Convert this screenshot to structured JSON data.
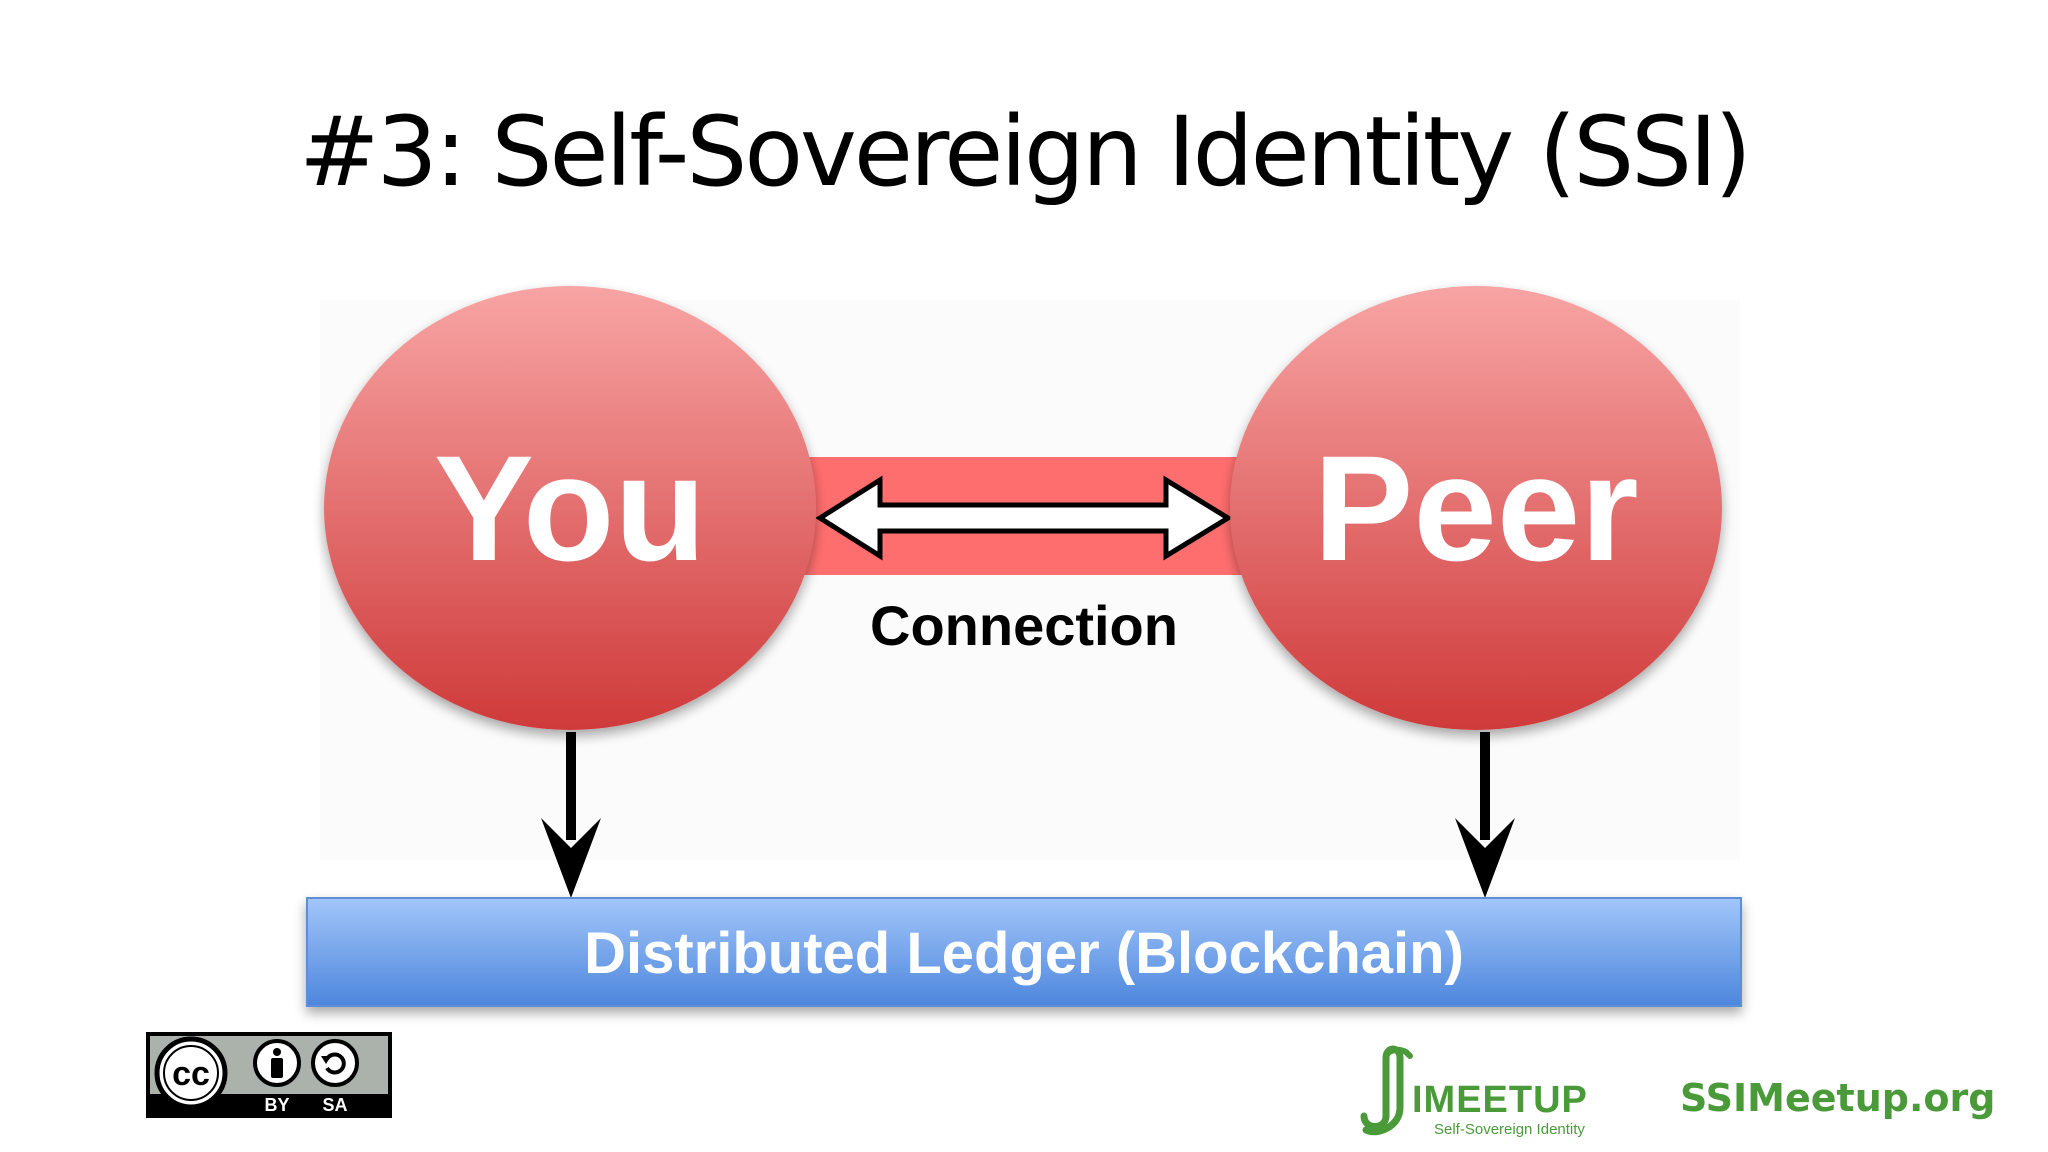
{
  "title": "#3: Self-Sovereign Identity (SSI)",
  "nodes": {
    "you": "You",
    "peer": "Peer"
  },
  "connection_label": "Connection",
  "ledger_label": "Distributed Ledger (Blockchain)",
  "license": {
    "cc": "cc",
    "by": "BY",
    "sa": "SA"
  },
  "meetup_logo": {
    "name": "IMEETUP",
    "tagline": "Self-Sovereign Identity"
  },
  "site": "SSIMeetup.org",
  "colors": {
    "node_top": "#f7a0a0",
    "node_bottom": "#d03c3c",
    "connection_bar": "#ff6e6e",
    "ledger_top": "#9cc2f8",
    "ledger_bottom": "#4f88dd",
    "brand_green": "#4a9a3a"
  },
  "icons": {
    "connection": "double-arrow-icon",
    "you_to_ledger": "down-arrow-icon",
    "peer_to_ledger": "down-arrow-icon",
    "license": "cc-by-sa-icon"
  }
}
